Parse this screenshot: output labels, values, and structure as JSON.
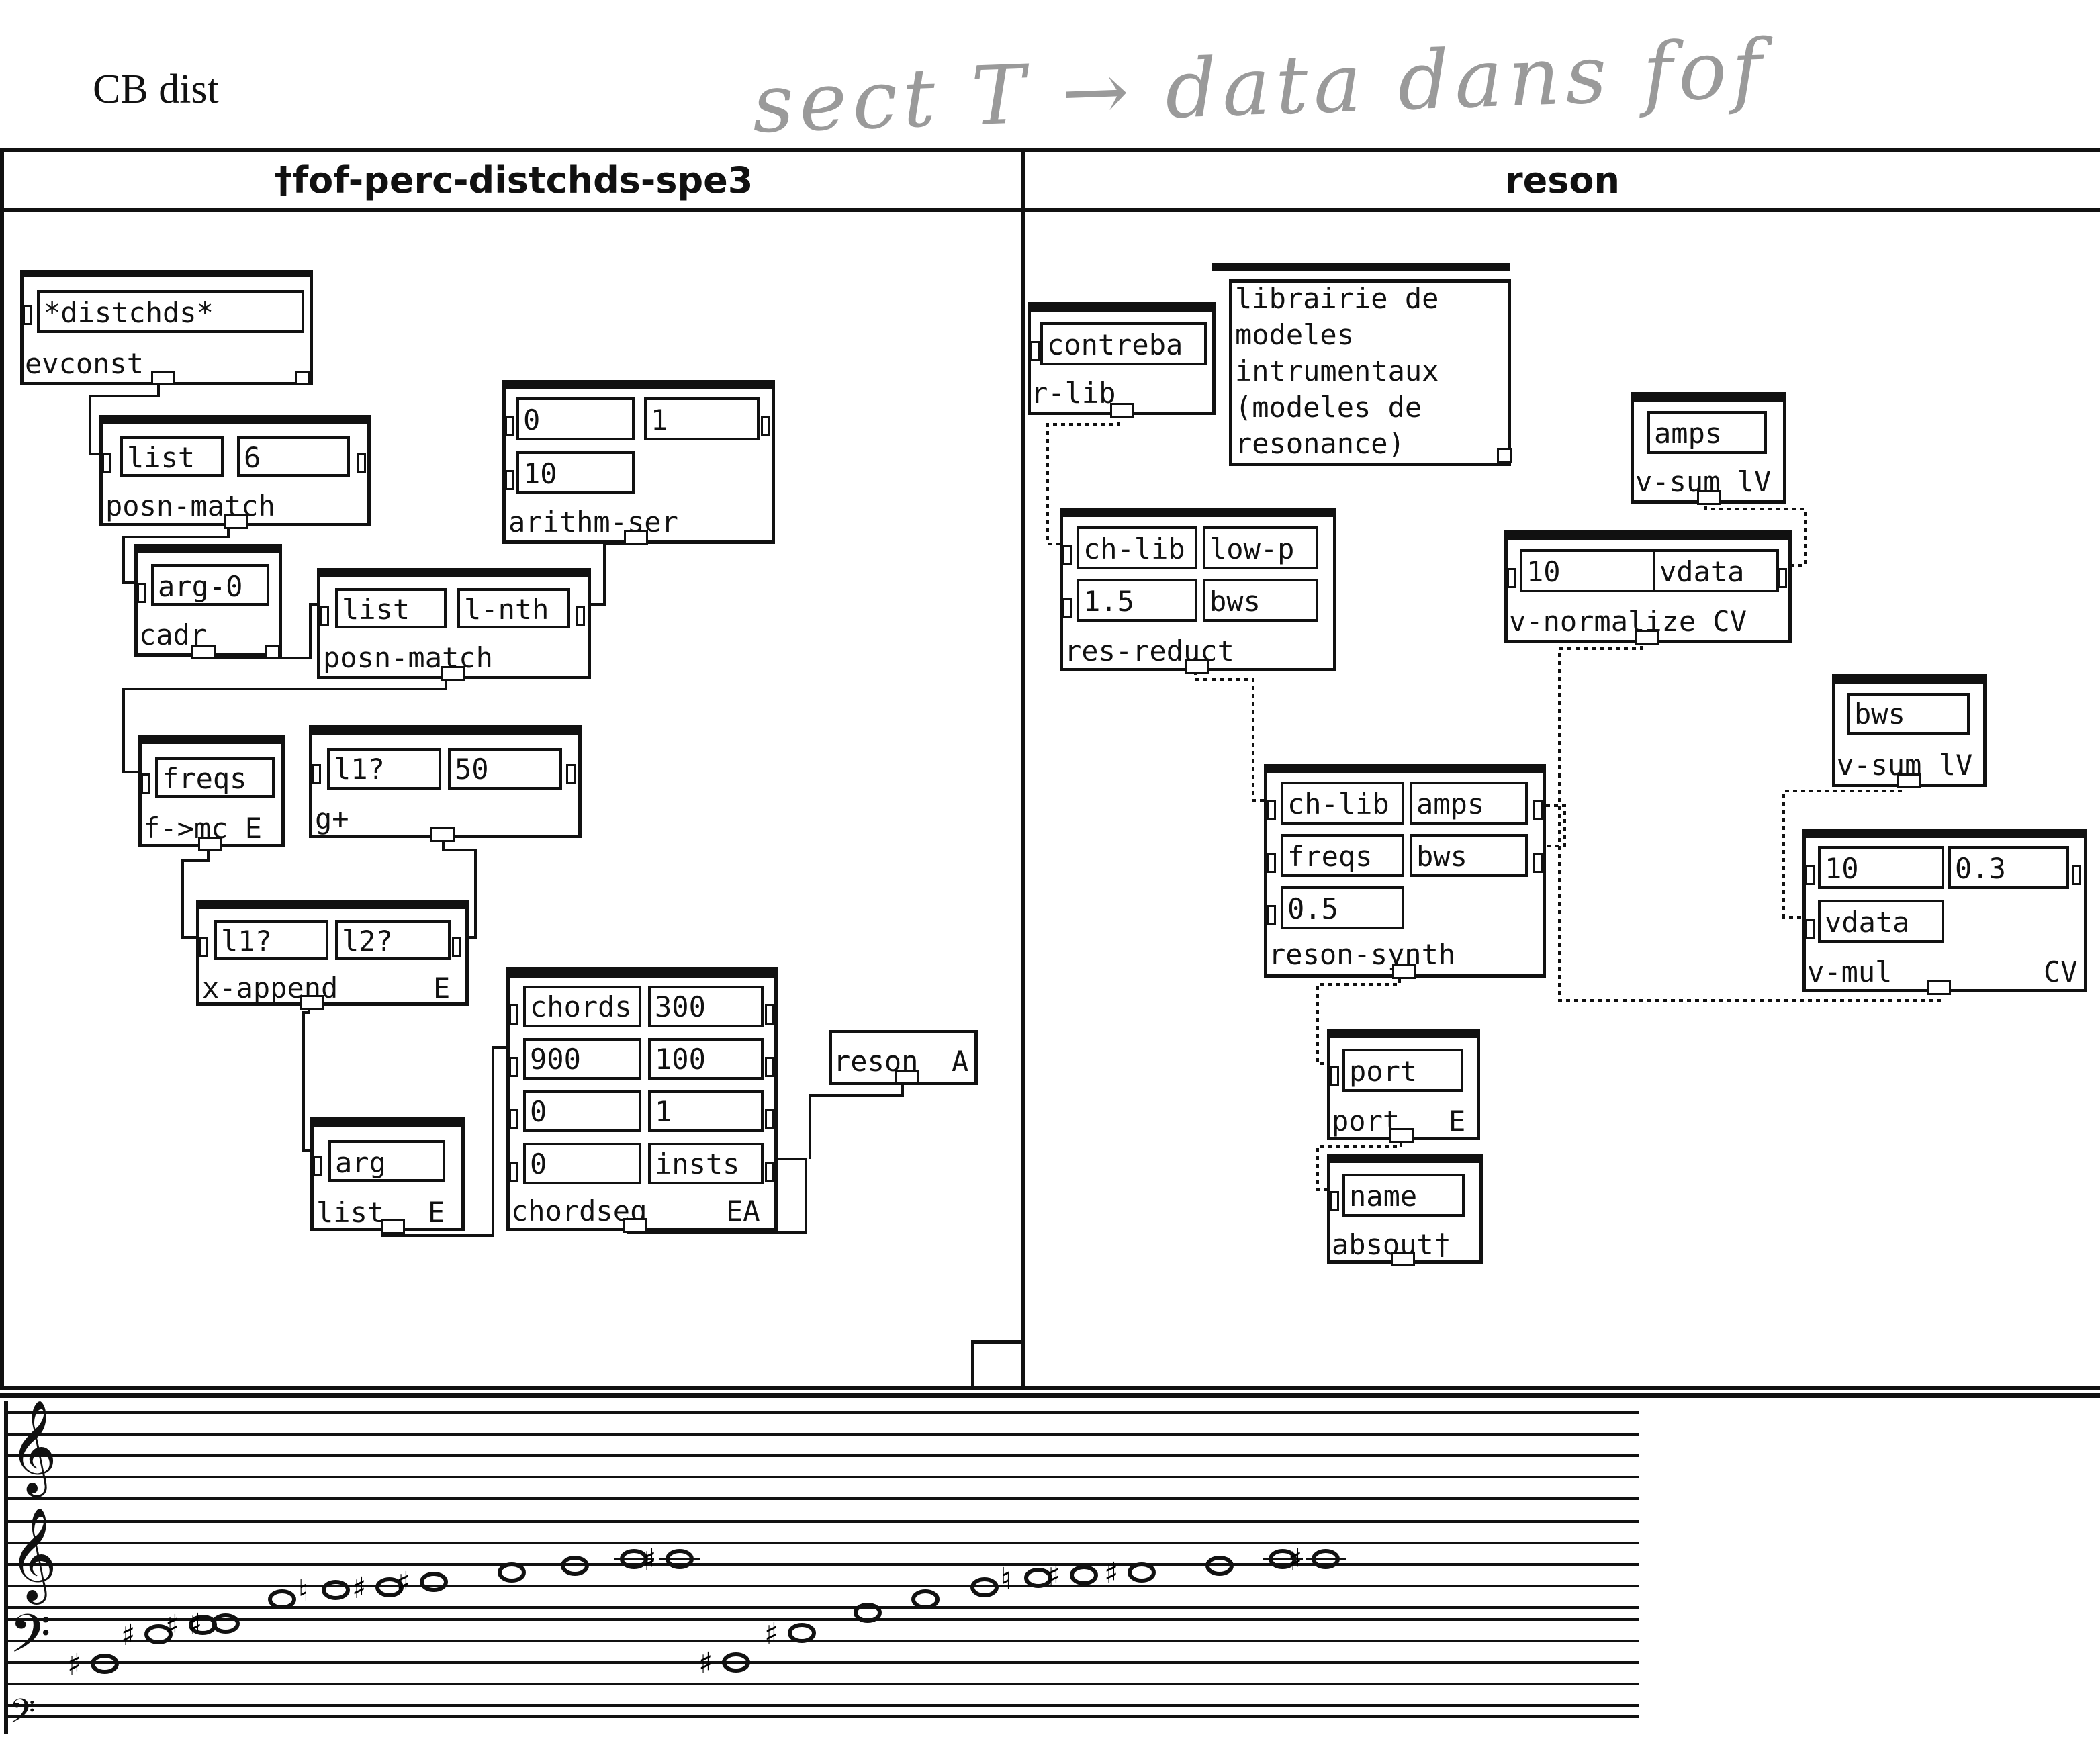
{
  "page": {
    "title": "CB dist",
    "handwritten_note": "sect T → data dans fof"
  },
  "windows": {
    "left": {
      "title": "†fof-perc-distchds-spe3"
    },
    "right": {
      "title": "reson"
    }
  },
  "patch_left": {
    "evconst": {
      "value": "*distchds*",
      "label": "evconst"
    },
    "posn_match_1": {
      "in1": "list",
      "in2": "6",
      "label": "posn-match"
    },
    "arithm_ser": {
      "in1": "0",
      "in2": "1",
      "in3": "10",
      "label": "arithm-ser"
    },
    "cadr": {
      "in1": "arg-0",
      "label": "cadr"
    },
    "posn_match_2": {
      "in1": "list",
      "in2": "l-nth",
      "label": "posn-match"
    },
    "f_mc": {
      "in1": "freqs",
      "label": "f->mc E"
    },
    "g_plus": {
      "in1": "l1?",
      "in2": "50",
      "label": "g+"
    },
    "x_append": {
      "in1": "l1?",
      "in2": "l2?",
      "label": "x-append",
      "flag": "E"
    },
    "list_box": {
      "in1": "arg",
      "label": "list",
      "flag": "E"
    },
    "chordseq": {
      "cells": [
        "chords",
        "300",
        "900",
        "100",
        "0",
        "1",
        "0",
        "insts"
      ],
      "label": "chordseq",
      "flag": "EA"
    },
    "reson_abs": {
      "label": "reson",
      "flag": "A"
    }
  },
  "patch_right": {
    "contreba": {
      "value": "contreba",
      "label": "r-lib"
    },
    "comment": {
      "lines": [
        "librairie de",
        "modeles",
        "intrumentaux",
        "(modeles de",
        "resonance)"
      ]
    },
    "amps_vsum": {
      "in1": "amps",
      "label": "v-sum lV"
    },
    "res_reduct": {
      "in1": "ch-lib",
      "in2": "low-p",
      "in3": "1.5",
      "in4": "bws",
      "label": "res-reduct"
    },
    "v_normalize": {
      "in1": "10",
      "in2": "vdata",
      "label": "v-normalize CV"
    },
    "bws_vsum": {
      "in1": "bws",
      "label": "v-sum lV"
    },
    "reson_synth": {
      "in1": "ch-lib",
      "in2": "amps",
      "in3": "freqs",
      "in4": "bws",
      "in5": "0.5",
      "label": "reson-synth"
    },
    "v_mul": {
      "in1": "10",
      "in2": "0.3",
      "in3": "vdata",
      "label": "v-mul",
      "flag": "CV"
    },
    "port": {
      "in1": "port",
      "label": "port",
      "flag": "E"
    },
    "absout": {
      "in1": "name",
      "label": "absout†"
    }
  },
  "score": {
    "clefs": [
      "treble-8va",
      "treble",
      "bass",
      "bass-8vb"
    ],
    "accidental": "♯",
    "natural": "♮",
    "note_icon": "whole-note-icon"
  }
}
